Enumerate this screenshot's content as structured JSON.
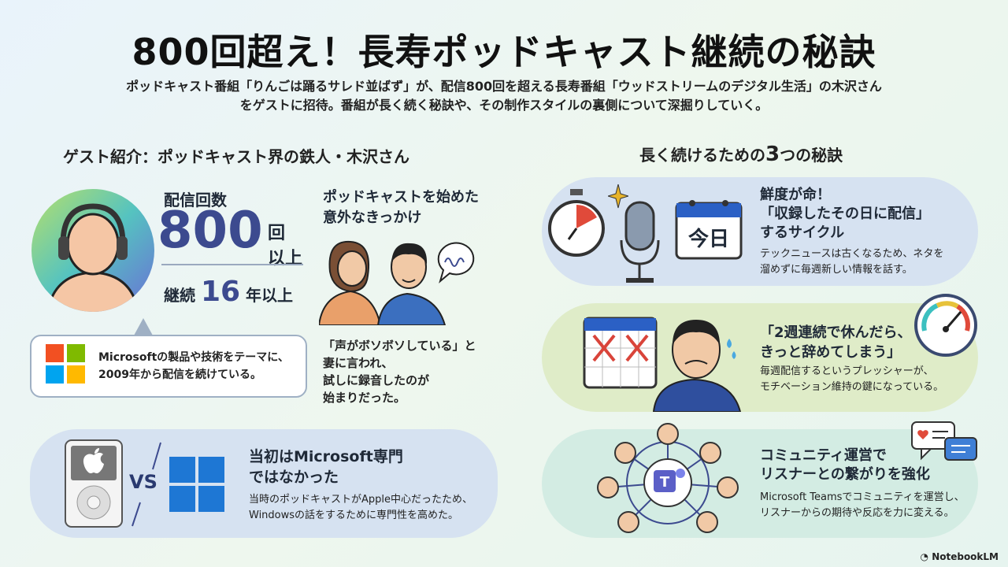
{
  "header": {
    "title": "800回超え！長寿ポッドキャスト継続の秘訣",
    "subtitle_line1": "ポッドキャスト番組「りんごは踊るサレド並ばず」が、配信800回を超える長寿番組「ウッドストリームのデジタル生活」の木沢さん",
    "subtitle_line2": "をゲストに招待。番組が長く続く秘訣や、その制作スタイルの裏側について深掘りしていく。"
  },
  "guest": {
    "heading": "ゲスト紹介：ポッドキャスト界の鉄人・木沢さん",
    "episodes_label": "配信回数",
    "episodes_number": "800",
    "episodes_unit1": "回",
    "episodes_unit2": "以上",
    "years_prefix": "継続",
    "years_number": "16",
    "years_suffix": "年以上",
    "bio_line1": "Microsoftの製品や技術をテーマに、",
    "bio_line2": "2009年から配信を続けている。"
  },
  "origin": {
    "heading_line1": "ポッドキャストを始めた",
    "heading_line2": "意外なきっかけ",
    "body_line1": "「声がボソボソしている」と",
    "body_line2": "妻に言われ、",
    "body_line3": "試しに録音したのが",
    "body_line4": "始まりだった。"
  },
  "beginning": {
    "vs_label": "VS",
    "heading_line1": "当初はMicrosoft専門",
    "heading_line2": "ではなかった",
    "body_line1": "当時のポッドキャストがApple中心だったため、",
    "body_line2": "Windowsの話をするために専門性を高めた。"
  },
  "secrets": {
    "heading_prefix": "長く続けるための",
    "heading_number": "3",
    "heading_suffix": "つの秘訣",
    "items": [
      {
        "title_line1": "鮮度が命！",
        "title_line2": "「収録したその日に配信」",
        "title_line3": "するサイクル",
        "body_line1": "テックニュースは古くなるため、ネタを",
        "body_line2": "溜めずに毎週新しい情報を話す。",
        "calendar_label": "今日"
      },
      {
        "title_line1": "「2週連続で休んだら、",
        "title_line2": "きっと辞めてしまう」",
        "body_line1": "毎週配信するというプレッシャーが、",
        "body_line2": "モチベーション維持の鍵になっている。"
      },
      {
        "title_line1": "コミュニティ運営で",
        "title_line2": "リスナーとの繋がりを強化",
        "body_line1": "Microsoft Teamsでコミュニティを運営し、",
        "body_line2": "リスナーからの期待や反応を力に変える。"
      }
    ]
  },
  "footer": {
    "brand": "NotebookLM"
  },
  "icons": {
    "wave_left": "sound-wave-icon",
    "wave_right": "sound-wave-icon",
    "headphones": "headphones-person-icon",
    "microsoft": "microsoft-logo-icon",
    "couple": "couple-whisper-icon",
    "ipod": "ipod-apple-icon",
    "windows": "windows-logo-icon",
    "stopwatch": "stopwatch-icon",
    "microphone": "microphone-icon",
    "calendar": "calendar-icon",
    "worried_person": "worried-person-icon",
    "gauge": "gauge-icon",
    "teams": "teams-logo-icon",
    "chat": "chat-bubble-icon",
    "brand": "notebooklm-logo-icon"
  },
  "colors": {
    "accent_blue": "#3c4a8f",
    "ms_red": "#f25022",
    "ms_green": "#7fba00",
    "ms_blue": "#00a4ef",
    "ms_yellow": "#ffb900",
    "teams_purple": "#5b5fc7"
  }
}
